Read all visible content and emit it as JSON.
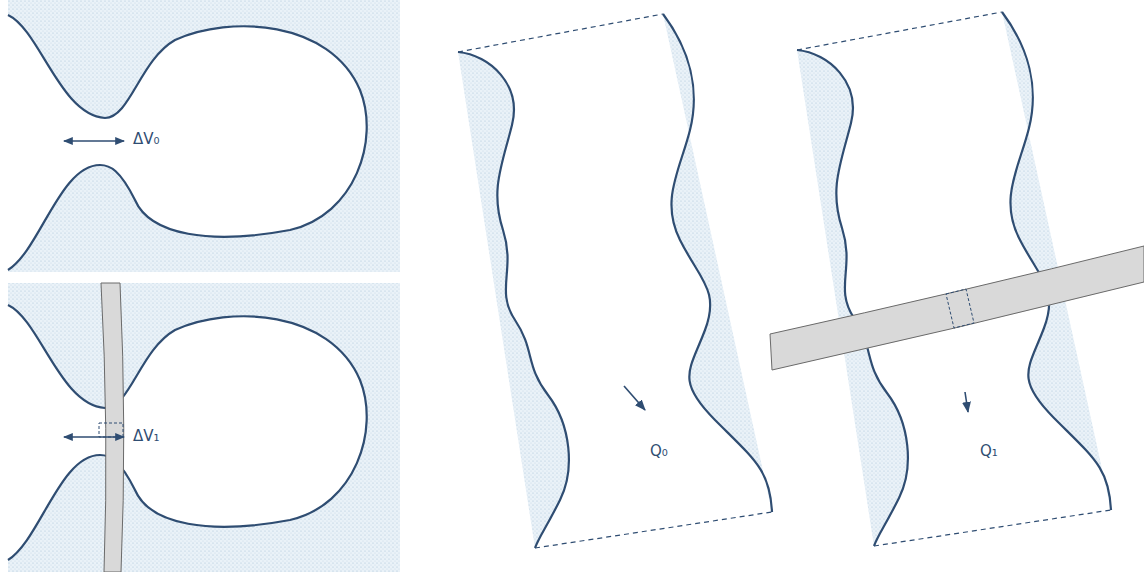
{
  "diagram": {
    "labels": [
      "ΔV₀",
      "ΔV₁",
      "Q₀",
      "Q₁"
    ]
  }
}
